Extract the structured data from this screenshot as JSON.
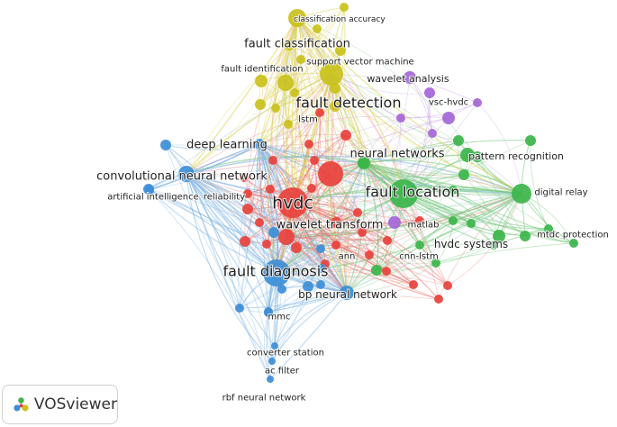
{
  "colors": {
    "red": "#e8413c",
    "green": "#3bb54a",
    "blue": "#3d8ed6",
    "yellow": "#c9c11c",
    "purple": "#a467d6"
  },
  "clusters": {
    "red": {
      "edge": "#ec6e6a"
    },
    "green": {
      "edge": "#77c97f"
    },
    "blue": {
      "edge": "#84b8e6"
    },
    "yellow": {
      "edge": "#ddd65a"
    },
    "purple": {
      "edge": "#c69ae6"
    }
  },
  "nodes": [
    {
      "id": "classification-accuracy",
      "label": "classification accuracy",
      "cluster": "yellow",
      "weight": 1
    },
    {
      "id": "fault-classification",
      "label": "fault classification",
      "cluster": "yellow",
      "weight": 3
    },
    {
      "id": "support-vector-machine",
      "label": "support vector machine",
      "cluster": "yellow",
      "weight": 1
    },
    {
      "id": "fault-identification",
      "label": "fault identification",
      "cluster": "yellow",
      "weight": 1
    },
    {
      "id": "wavelet-analysis",
      "label": "wavelet analysis",
      "cluster": "purple",
      "weight": 1
    },
    {
      "id": "fault-detection",
      "label": "fault detection",
      "cluster": "yellow",
      "weight": 5
    },
    {
      "id": "vsc-hvdc",
      "label": "vsc-hvdc",
      "cluster": "purple",
      "weight": 1
    },
    {
      "id": "lstm",
      "label": "lstm",
      "cluster": "yellow",
      "weight": 1
    },
    {
      "id": "deep-learning",
      "label": "deep learning",
      "cluster": "blue",
      "weight": 3
    },
    {
      "id": "neural-networks",
      "label": "neural networks",
      "cluster": "green",
      "weight": 3
    },
    {
      "id": "pattern-recognition",
      "label": "pattern recognition",
      "cluster": "green",
      "weight": 2
    },
    {
      "id": "convolutional-neural-network",
      "label": "convolutional neural network",
      "cluster": "blue",
      "weight": 3
    },
    {
      "id": "fault-location",
      "label": "fault location",
      "cluster": "green",
      "weight": 5
    },
    {
      "id": "digital-relay",
      "label": "digital relay",
      "cluster": "green",
      "weight": 2
    },
    {
      "id": "artificial-intelligence",
      "label": "artificial intelligence",
      "cluster": "blue",
      "weight": 1
    },
    {
      "id": "reliability",
      "label": "reliability",
      "cluster": "red",
      "weight": 1
    },
    {
      "id": "hvdc",
      "label": "hvdc",
      "cluster": "red",
      "weight": 5
    },
    {
      "id": "wavelet-transform",
      "label": "wavelet transform",
      "cluster": "red",
      "weight": 3
    },
    {
      "id": "matlab",
      "label": "matlab",
      "cluster": "purple",
      "weight": 1
    },
    {
      "id": "mtdc-protection",
      "label": "mtdc protection",
      "cluster": "green",
      "weight": 1
    },
    {
      "id": "hvdc-systems",
      "label": "hvdc systems",
      "cluster": "green",
      "weight": 3
    },
    {
      "id": "ann",
      "label": "ann",
      "cluster": "red",
      "weight": 1
    },
    {
      "id": "cnn-lstm",
      "label": "cnn-lstm",
      "cluster": "green",
      "weight": 1
    },
    {
      "id": "fault-diagnosis",
      "label": "fault diagnosis",
      "cluster": "blue",
      "weight": 5
    },
    {
      "id": "bp-neural-network",
      "label": "bp neural network",
      "cluster": "blue",
      "weight": 2
    },
    {
      "id": "mmc",
      "label": "mmc",
      "cluster": "blue",
      "weight": 1
    },
    {
      "id": "converter-station",
      "label": "converter station",
      "cluster": "blue",
      "weight": 1
    },
    {
      "id": "ac-filter",
      "label": "ac filter",
      "cluster": "blue",
      "weight": 1
    },
    {
      "id": "rbf-neural-network",
      "label": "rbf neural network",
      "cluster": "blue",
      "weight": 1
    }
  ],
  "brand": {
    "name": "VOSviewer",
    "logo_icon": "vosviewer-logo-icon"
  }
}
